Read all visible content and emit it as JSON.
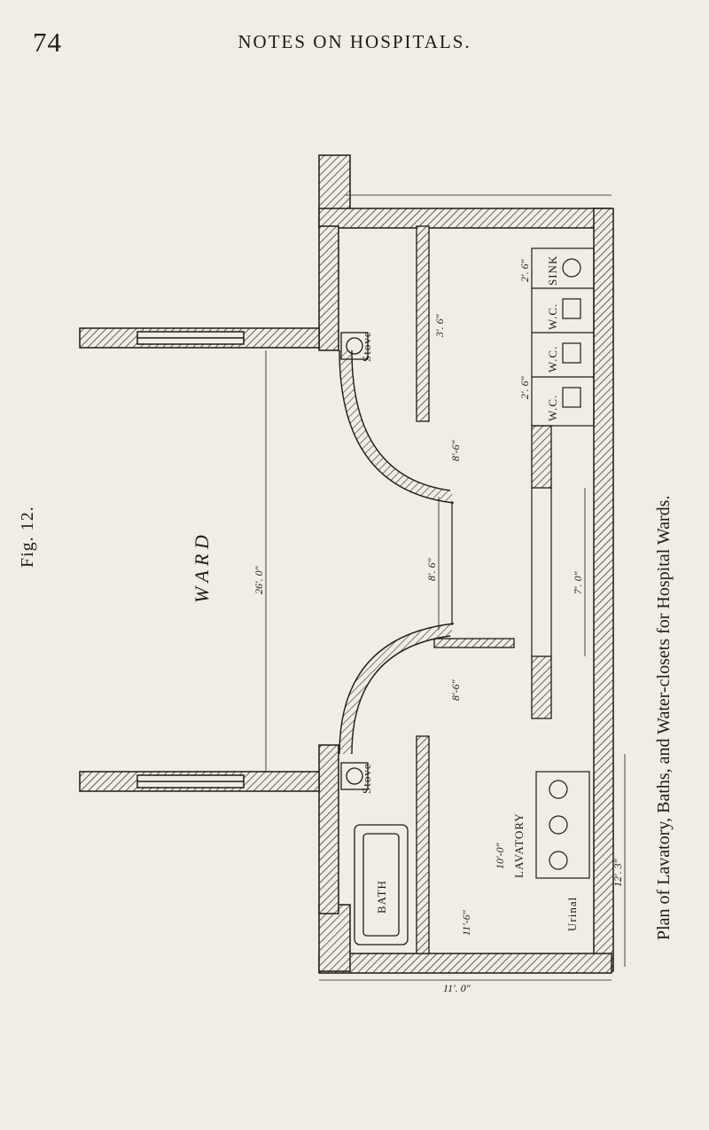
{
  "page": {
    "number": "74",
    "running_head": "NOTES ON HOSPITALS."
  },
  "figure": {
    "label": "Fig. 12.",
    "caption": "Plan of Lavatory, Baths, and Water-closets for Hospital Wards."
  },
  "plan": {
    "rooms": {
      "ward": "W A R D",
      "lavatory": "LAVATORY",
      "bath": "BATH",
      "stove": "Stove",
      "wc": "W.C.",
      "sink": "SINK",
      "urinal": "Urinal"
    },
    "dimensions": {
      "ward_width": "26′. 0″",
      "passage_width": "8′. 6″",
      "arch_radius": "8′-6″",
      "vestibule": "7′. 0″",
      "lavatory_length": "10′-0″",
      "lavatory_depth": "12′. 3″",
      "bath_room": "11′-6″",
      "total_width": "11′. 0″",
      "wc_width": "2′. 6″",
      "partition": "3′. 6″",
      "sink_width": "2′. 6″"
    }
  }
}
